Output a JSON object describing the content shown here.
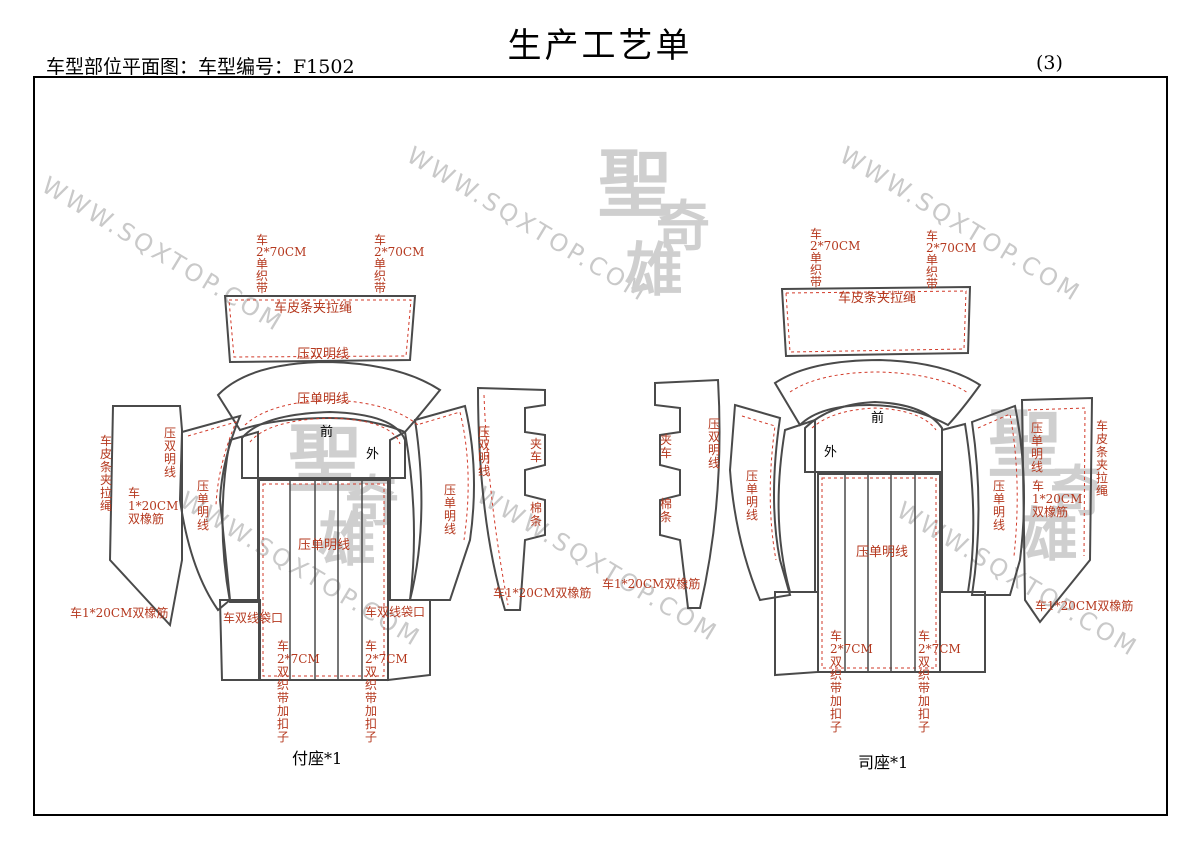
{
  "header": {
    "title": "生产工艺单",
    "subtitle": "车型部位平面图：车型编号：F1502",
    "page_number": "(3)"
  },
  "watermark": {
    "url": "WWW.SQXTOP.COM",
    "logo": [
      "聖",
      "奇",
      "雄"
    ]
  },
  "colors": {
    "outline": "#4a4a4a",
    "annotation": "#b5391f",
    "stitch": "#d23a2a",
    "watermark": "#c9c9c9"
  },
  "left_seat": {
    "caption": "付座*1",
    "top_left": [
      "车",
      "2*70CM",
      "单",
      "织",
      "带"
    ],
    "top_right": [
      "车",
      "2*70CM",
      "单",
      "织",
      "带"
    ],
    "headrest_label": "车皮条夹拉绳",
    "double_line_1": "压双明线",
    "single_line_top": "压单明线",
    "front": "前",
    "outside": "外",
    "center_single": "压单明线",
    "side_panel_left": [
      "车",
      "皮",
      "条",
      "夹",
      "拉",
      "绳"
    ],
    "left_double_v": [
      "压",
      "双",
      "明",
      "线"
    ],
    "left_mid_elastic": [
      "车",
      "1*20CM",
      "双橡筋"
    ],
    "left_single_v": [
      "压",
      "单",
      "明",
      "线"
    ],
    "left_bottom_elastic": "车1*20CM双橡筋",
    "pocket_left": "车双线袋口",
    "pocket_right": "车双线袋口",
    "bottom_left": [
      "车",
      "2*7CM",
      "双",
      "织",
      "带",
      "加",
      "扣",
      "子"
    ],
    "bottom_right": [
      "车",
      "2*7CM",
      "双",
      "织",
      "带",
      "加",
      "扣",
      "子"
    ],
    "right_single_v": [
      "压",
      "单",
      "明",
      "线"
    ],
    "right_double_v": [
      "压",
      "双",
      "明",
      "线"
    ],
    "clip_label": [
      "夹",
      "车"
    ],
    "cotton_label": [
      "棉",
      "条"
    ],
    "right_bottom_elastic": "车1*20CM双橡筋"
  },
  "right_seat": {
    "caption": "司座*1",
    "top_left": [
      "车",
      "2*70CM",
      "单",
      "织",
      "带"
    ],
    "top_right": [
      "车",
      "2*70CM",
      "单",
      "织",
      "带"
    ],
    "headrest_label": "车皮条夹拉绳",
    "front": "前",
    "outside": "外",
    "center_single": "压单明线",
    "clip_label": [
      "夹",
      "车"
    ],
    "cotton_label": [
      "棉",
      "条"
    ],
    "left_double_v": [
      "压",
      "双",
      "明",
      "线"
    ],
    "left_bottom_elastic": "车1*20CM双橡筋",
    "left_single_v": [
      "压",
      "单",
      "明",
      "线"
    ],
    "right_single_v": [
      "压",
      "单",
      "明",
      "线"
    ],
    "side_single_v": [
      "压",
      "单",
      "明",
      "线"
    ],
    "side_mid_elastic": [
      "车",
      "1*20CM",
      "双橡筋"
    ],
    "side_panel_right": [
      "车",
      "皮",
      "条",
      "夹",
      "拉",
      "绳"
    ],
    "right_bottom_elastic": "车1*20CM双橡筋",
    "bottom_left": [
      "车",
      "2*7CM",
      "双",
      "织",
      "带",
      "加",
      "扣",
      "子"
    ],
    "bottom_right": [
      "车",
      "2*7CM",
      "双",
      "织",
      "带",
      "加",
      "扣",
      "子"
    ]
  }
}
